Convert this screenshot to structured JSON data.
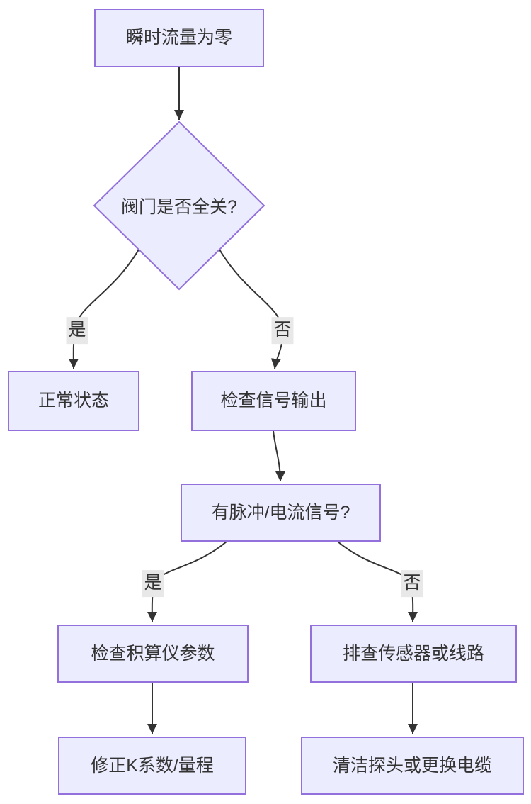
{
  "diagram": {
    "type": "flowchart",
    "direction": "top-down",
    "colors": {
      "background": "#ffffff",
      "node_fill": "#ECECFF",
      "node_border": "#9370DB",
      "edge_line": "#333333",
      "text": "#333333",
      "edge_label_background": "#e8e8e8"
    },
    "nodes": {
      "start": {
        "label": "瞬时流量为零",
        "shape": "rectangle"
      },
      "valve_question": {
        "label": "阀门是否全关?",
        "shape": "diamond"
      },
      "normal": {
        "label": "正常状态",
        "shape": "rectangle"
      },
      "check_signal": {
        "label": "检查信号输出",
        "shape": "rectangle"
      },
      "signal_question": {
        "label": "有脉冲/电流信号?",
        "shape": "rectangle"
      },
      "check_totalizer": {
        "label": "检查积算仪参数",
        "shape": "rectangle"
      },
      "check_sensor": {
        "label": "排查传感器或线路",
        "shape": "rectangle"
      },
      "fix_k": {
        "label": "修正K系数/量程",
        "shape": "rectangle"
      },
      "clean_probe": {
        "label": "清洁探头或更换电缆",
        "shape": "rectangle"
      }
    },
    "edges": [
      {
        "from": "start",
        "to": "valve_question",
        "label": ""
      },
      {
        "from": "valve_question",
        "to": "normal",
        "label": "是"
      },
      {
        "from": "valve_question",
        "to": "check_signal",
        "label": "否"
      },
      {
        "from": "check_signal",
        "to": "signal_question",
        "label": ""
      },
      {
        "from": "signal_question",
        "to": "check_totalizer",
        "label": "是"
      },
      {
        "from": "signal_question",
        "to": "check_sensor",
        "label": "否"
      },
      {
        "from": "check_totalizer",
        "to": "fix_k",
        "label": ""
      },
      {
        "from": "check_sensor",
        "to": "clean_probe",
        "label": ""
      }
    ]
  }
}
